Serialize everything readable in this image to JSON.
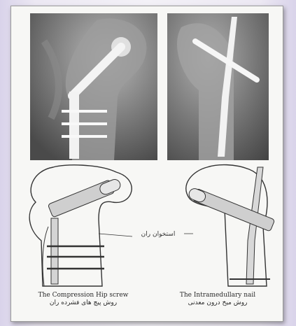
{
  "figure": {
    "left_caption_en": "The Compression Hip screw",
    "left_caption_fa": "روش پیچ های فشرده ران",
    "right_caption_en": "The Intramedullary nail",
    "right_caption_fa": "روش میخ درون معدنی",
    "center_label": "استخوان ران"
  },
  "colors": {
    "background": "#ece8f3",
    "frame": "#f7f7f5",
    "xray_dark": "#5a5a5a",
    "xray_bone": "#bdbdbd",
    "implant": "#f2f2f2",
    "ink": "#2a2a2a"
  }
}
